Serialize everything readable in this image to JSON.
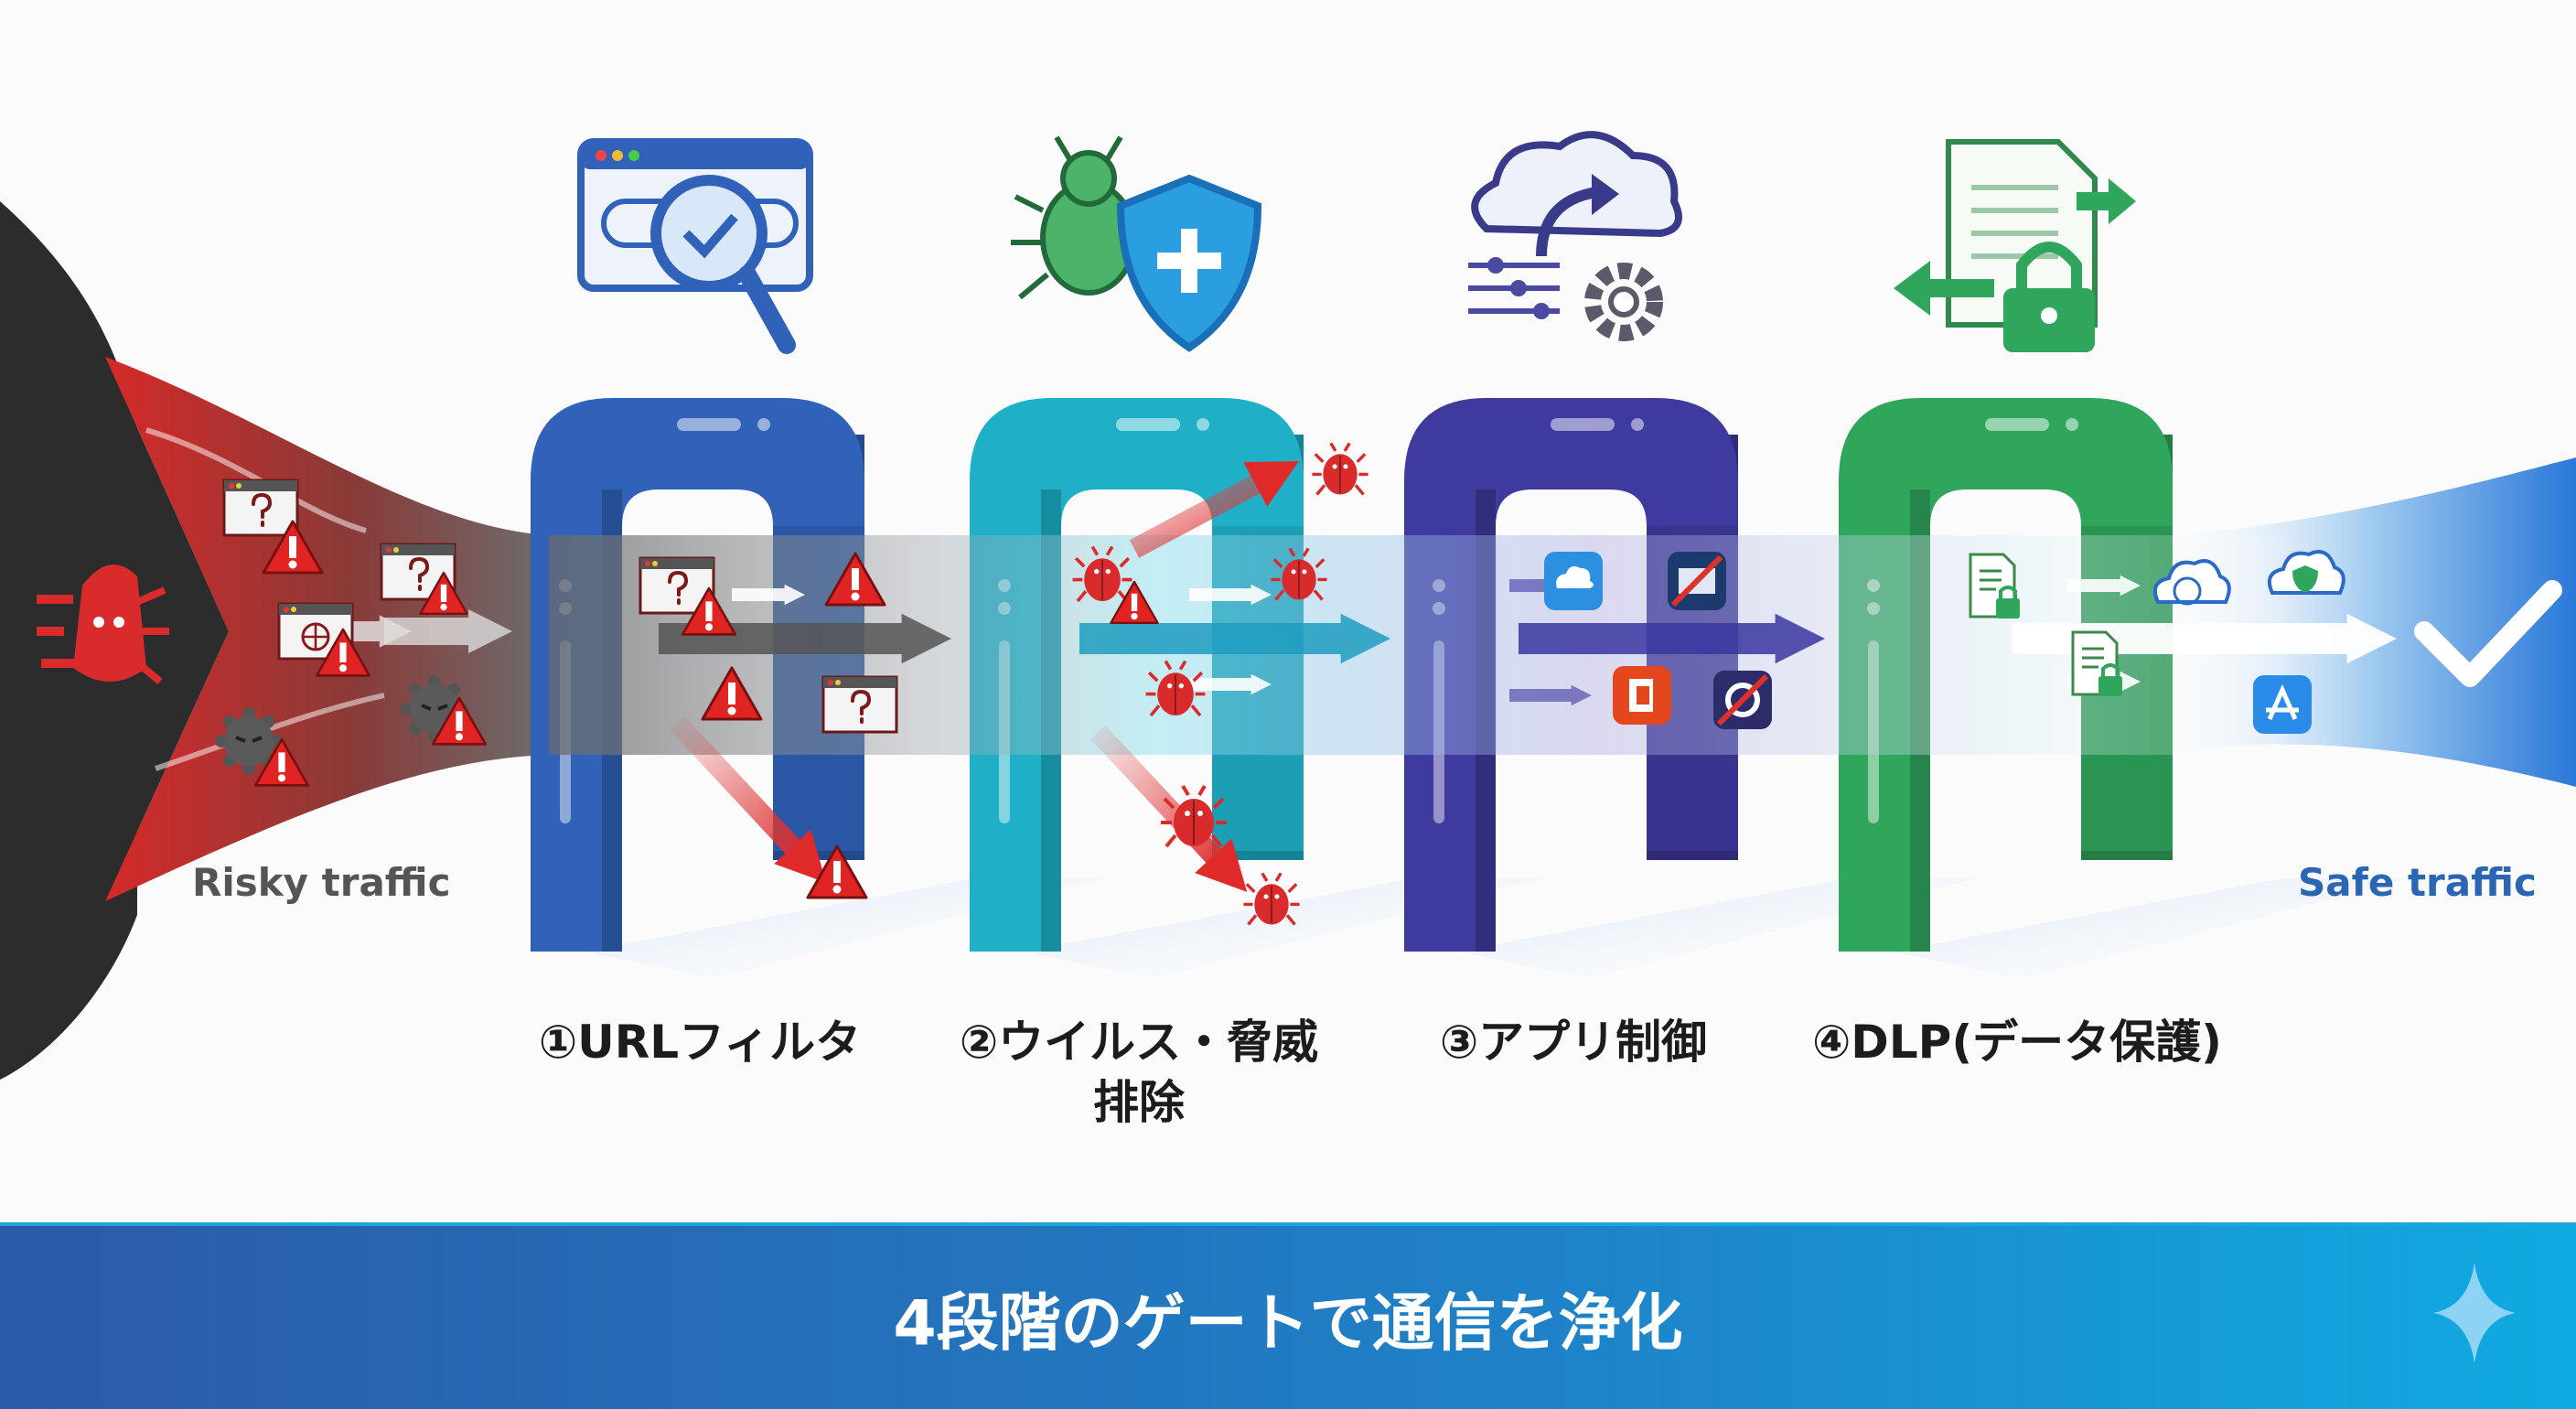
{
  "flow": {
    "risky_label": "Risky traffic",
    "safe_label": "Safe traffic"
  },
  "gates": [
    {
      "label": "①URLフィルタ",
      "color": "#2f62b8",
      "icon": "url-filter-magnifier-icon"
    },
    {
      "label": "②ウイルス・脅威",
      "label_line2": "排除",
      "color": "#1fb0c8",
      "icon": "bug-shield-icon"
    },
    {
      "label": "③アプリ制御",
      "color": "#3f3a9e",
      "icon": "cloud-gear-sliders-icon"
    },
    {
      "label": "④DLP(データ保護)",
      "color": "#2fa65c",
      "icon": "document-lock-arrows-icon"
    }
  ],
  "banner": {
    "title": "4段階のゲートで通信を浄化",
    "icon": "sparkle-icon"
  },
  "colors": {
    "threat": "#d92b2b",
    "dark": "#2c2c2c",
    "safe": "#2a7ad8"
  }
}
